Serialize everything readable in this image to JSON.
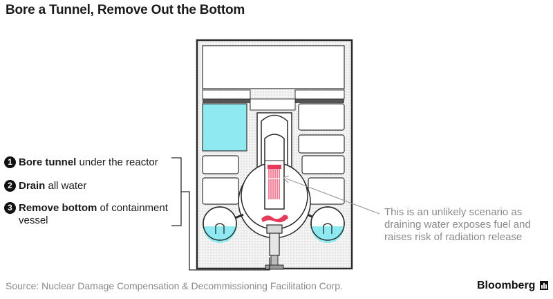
{
  "title": "Bore a Tunnel, Remove Out the Bottom",
  "steps": [
    {
      "number": "1",
      "bold": "Bore tunnel",
      "rest": " under the reactor"
    },
    {
      "number": "2",
      "bold": "Drain",
      "rest": " all water"
    },
    {
      "number": "3",
      "bold": "Remove bottom",
      "rest": " of containment",
      "cont": "vessel"
    }
  ],
  "note": "This is an unlikely scenario as draining water exposes fuel and raises risk of radiation release",
  "source": "Source: Nuclear Damage Compensation & Decommissioning Facilitation Corp.",
  "brand": "Bloomberg",
  "colors": {
    "water": "#8fe9f0",
    "fuel": "#e53a5a",
    "outline": "#2a2a2a",
    "dots": "#bdbdbd",
    "note_text": "#8a8a8a"
  }
}
